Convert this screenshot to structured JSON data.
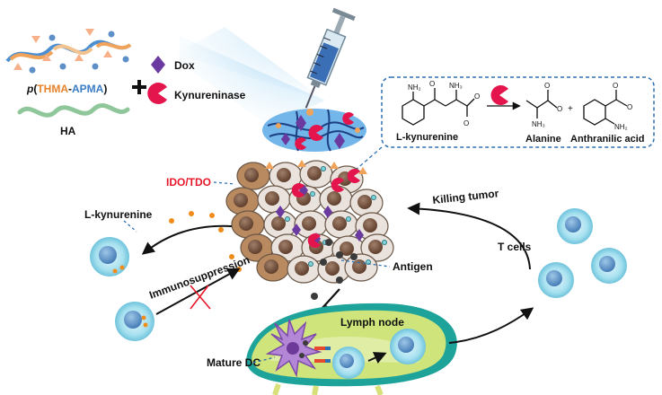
{
  "materials": {
    "polymer_prefix": "p(",
    "polymer_thma": "THMA",
    "polymer_dash": "-",
    "polymer_apma": "APMA",
    "polymer_suffix": ")",
    "ha_label": "HA",
    "plus": "+",
    "dox_label": "Dox",
    "enzyme_label": "Kynureninase"
  },
  "reaction": {
    "substrate_label": "L-kynurenine",
    "product1_label": "Alanine",
    "product2_label": "Anthranilic acid",
    "plus": "+"
  },
  "labels": {
    "ido_tdo": "IDO/TDO",
    "l_kynurenine": "L-kynurenine",
    "killing_tumor": "Killing tumor",
    "t_cells": "T cells",
    "immunosuppression": "Immunosuppression",
    "antigen": "Antigen",
    "lymph_node": "Lymph node",
    "mature_dc": "Mature DC"
  },
  "colors": {
    "thma": "#e7822b",
    "apma": "#3b7dc4",
    "dox": "#6b3aa0",
    "kynureninase": "#e3154c",
    "ido_tdo": "#e8172a",
    "injection_cone": "#7ec3ee",
    "tumor_cell_light": "#e9e2dd",
    "tumor_cell_dark": "#b98a5f",
    "t_cell": "#8fd3e8",
    "lymph_node": "#cfe47a"
  }
}
